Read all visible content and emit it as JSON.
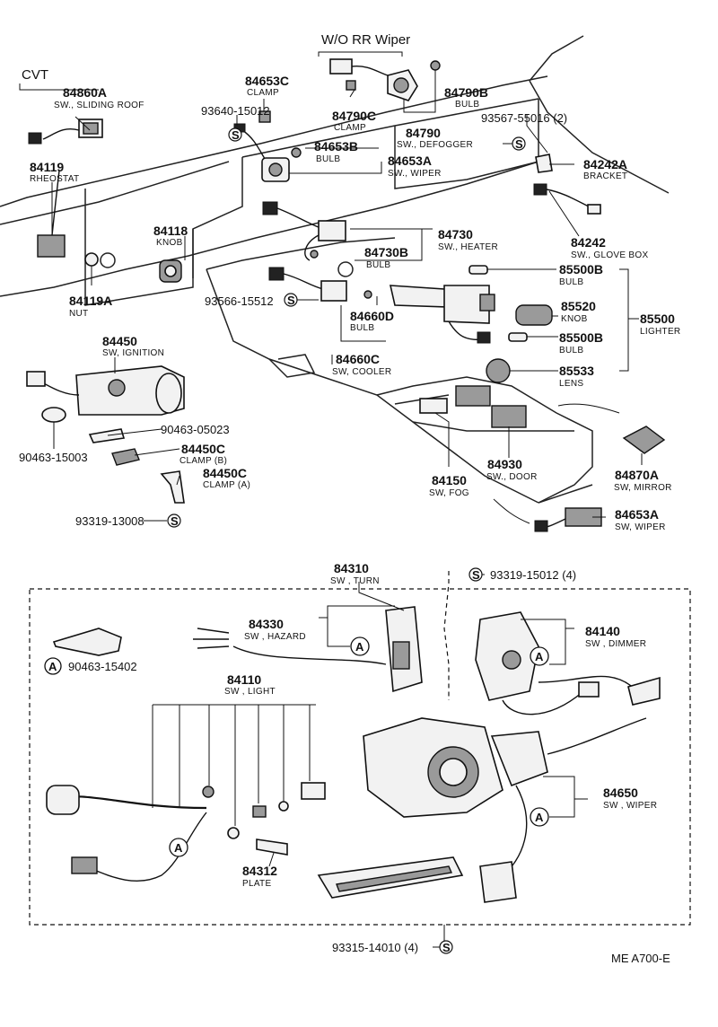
{
  "headers": {
    "wo_rr_wiper": "W/O RR Wiper",
    "cvt": "CVT"
  },
  "parts": [
    {
      "id": "p84860A",
      "number": "84860A",
      "desc": "SW., SLIDING ROOF"
    },
    {
      "id": "p84653C",
      "number": "84653C",
      "desc": "CLAMP"
    },
    {
      "id": "p93640",
      "number": "93640-15012",
      "desc": ""
    },
    {
      "id": "p84790B",
      "number": "84790B",
      "desc": "BULB"
    },
    {
      "id": "p84790C",
      "number": "84790C",
      "desc": "CLAMP"
    },
    {
      "id": "p84790",
      "number": "84790",
      "desc": "SW., DEFOGGER"
    },
    {
      "id": "p93567",
      "number": "93567-55016 (2)",
      "desc": ""
    },
    {
      "id": "p84653B",
      "number": "84653B",
      "desc": "BULB"
    },
    {
      "id": "p84653A",
      "number": "84653A",
      "desc": "SW., WIPER"
    },
    {
      "id": "p84242A",
      "number": "84242A",
      "desc": "BRACKET"
    },
    {
      "id": "p84119",
      "number": "84119",
      "desc": "RHEOSTAT"
    },
    {
      "id": "p84118",
      "number": "84118",
      "desc": "KNOB"
    },
    {
      "id": "p84730",
      "number": "84730",
      "desc": "SW., HEATER"
    },
    {
      "id": "p84730B",
      "number": "84730B",
      "desc": "BULB"
    },
    {
      "id": "p84242",
      "number": "84242",
      "desc": "SW., GLOVE BOX"
    },
    {
      "id": "p84119A",
      "number": "84119A",
      "desc": "NUT"
    },
    {
      "id": "p93566",
      "number": "93566-15512",
      "desc": ""
    },
    {
      "id": "p85500B1",
      "number": "85500B",
      "desc": "BULB"
    },
    {
      "id": "p84660D",
      "number": "84660D",
      "desc": "BULB"
    },
    {
      "id": "p85520",
      "number": "85520",
      "desc": "KNOB"
    },
    {
      "id": "p85500",
      "number": "85500",
      "desc": "LIGHTER"
    },
    {
      "id": "p85500B2",
      "number": "85500B",
      "desc": "BULB"
    },
    {
      "id": "p84450",
      "number": "84450",
      "desc": "SW, IGNITION"
    },
    {
      "id": "p84660C",
      "number": "84660C",
      "desc": "SW, COOLER"
    },
    {
      "id": "p85533",
      "number": "85533",
      "desc": "LENS"
    },
    {
      "id": "p90463_05023",
      "number": "90463-05023",
      "desc": ""
    },
    {
      "id": "p90463_15003",
      "number": "90463-15003",
      "desc": ""
    },
    {
      "id": "p84450C_B",
      "number": "84450C",
      "desc": "CLAMP (B)"
    },
    {
      "id": "p84450C_A",
      "number": "84450C",
      "desc": "CLAMP (A)"
    },
    {
      "id": "p84150",
      "number": "84150",
      "desc": "SW, FOG"
    },
    {
      "id": "p84930",
      "number": "84930",
      "desc": "SW., DOOR"
    },
    {
      "id": "p84870A",
      "number": "84870A",
      "desc": "SW, MIRROR"
    },
    {
      "id": "p84653A2",
      "number": "84653A",
      "desc": "SW, WIPER"
    },
    {
      "id": "p93319_13008",
      "number": "93319-13008",
      "desc": ""
    },
    {
      "id": "p84310",
      "number": "84310",
      "desc": "SW , TURN"
    },
    {
      "id": "p93319_15012",
      "number": "93319-15012 (4)",
      "desc": ""
    },
    {
      "id": "p84330",
      "number": "84330",
      "desc": "SW , HAZARD"
    },
    {
      "id": "p84140",
      "number": "84140",
      "desc": "SW , DIMMER"
    },
    {
      "id": "p90463_15402",
      "number": "90463-15402",
      "desc": ""
    },
    {
      "id": "p84110",
      "number": "84110",
      "desc": "SW , LIGHT"
    },
    {
      "id": "p84650",
      "number": "84650",
      "desc": "SW , WIPER"
    },
    {
      "id": "p84312",
      "number": "84312",
      "desc": "PLATE"
    },
    {
      "id": "p93315",
      "number": "93315-14010 (4)",
      "desc": ""
    }
  ],
  "markers": {
    "s": "S",
    "a": "A"
  },
  "footer": {
    "code": "ME  A700-E"
  }
}
